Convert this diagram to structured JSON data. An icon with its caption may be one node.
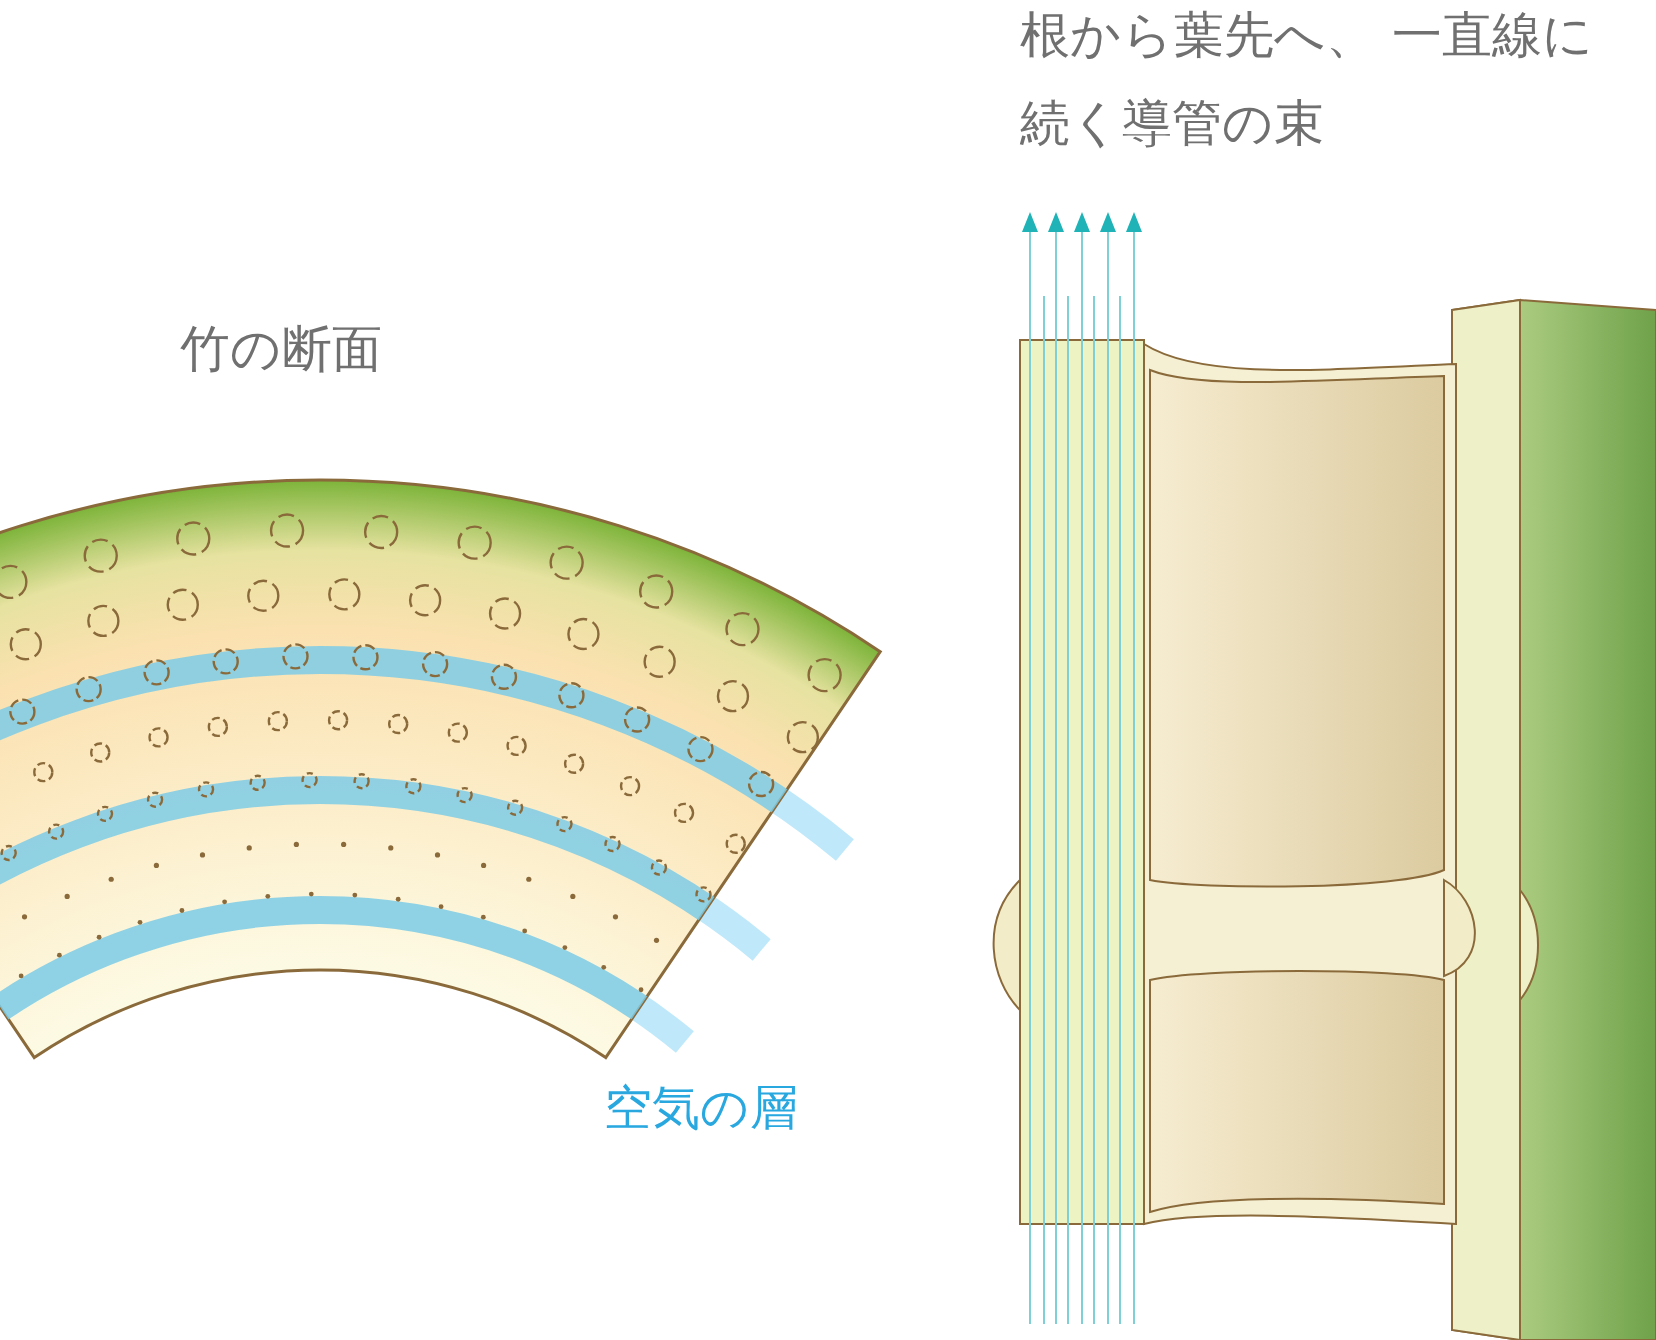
{
  "diagram": {
    "labels": [
      "根から葉先へ、 一直線に続く導管の束",
      "竹の断面",
      "空気の層"
    ]
  }
}
